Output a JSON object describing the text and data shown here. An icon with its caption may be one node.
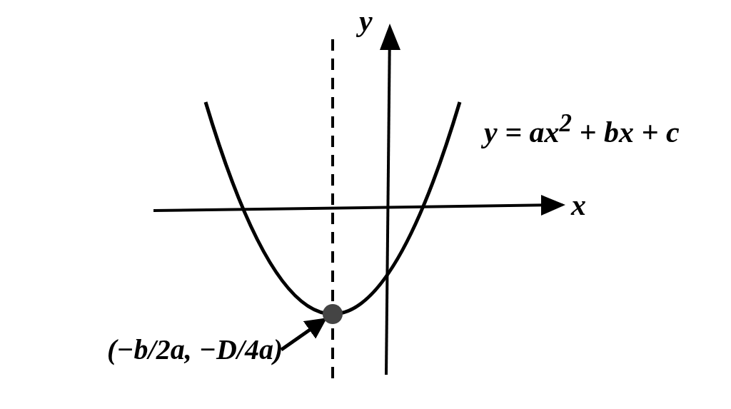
{
  "diagram": {
    "nodes": [
      {
        "text": [],
        "shape": "circle"
      },
      {
        "text": [
          "(−b/2a, −D/4a)"
        ]
      }
    ],
    "edges": [
      {
        "from": 1,
        "to": 0,
        "arrow": "to"
      }
    ],
    "labels": [
      "y",
      "y = ax$^{2}$ + bx + c",
      "x"
    ]
  }
}
